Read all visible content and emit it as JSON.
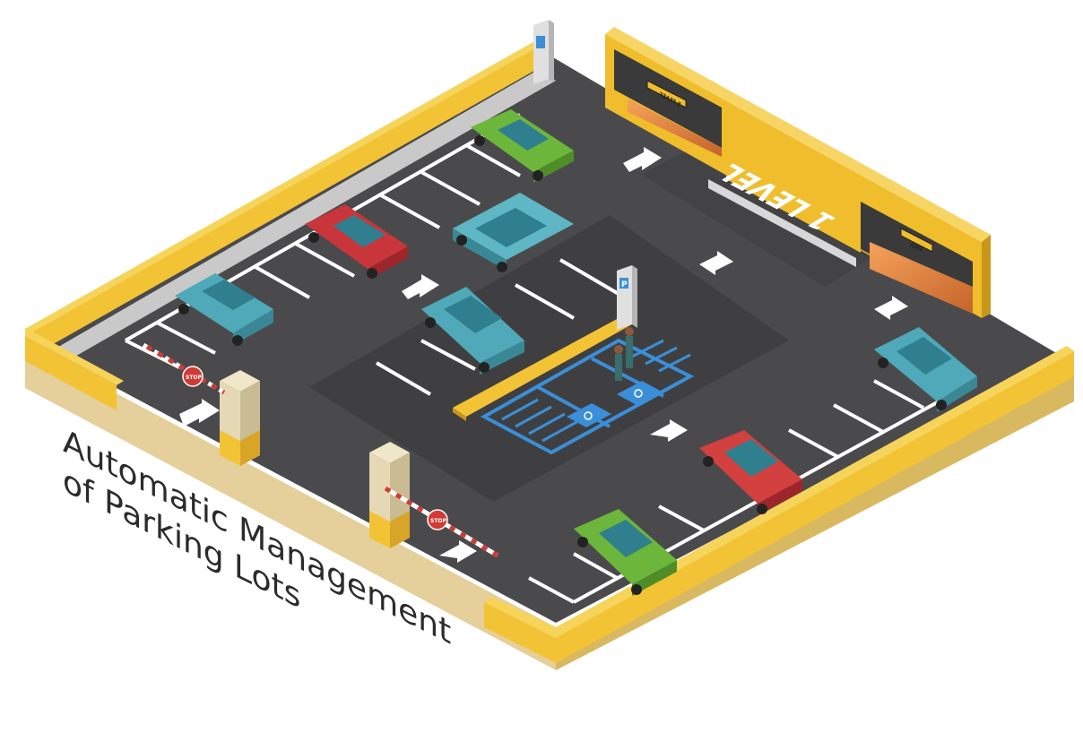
{
  "caption": {
    "line1": "Automatic Management",
    "line2": "of Parking Lots"
  },
  "signs": {
    "level_wall": "1 LEVEL",
    "level_banner": "2 LEVEL",
    "exit_banner": "EXIT",
    "stop_left": "STOP",
    "stop_right": "STOP",
    "pay_station_letter": "P"
  },
  "colors": {
    "wall_yellow": "#f2c335",
    "asphalt": "#4a4a4c",
    "asphalt_dark": "#3e3e40",
    "marking_white": "#ffffff",
    "accessible_blue": "#3a8fd8",
    "car_teal": "#4fa9b8",
    "car_red": "#c8363c",
    "car_green": "#6cb63b"
  },
  "icons": [
    "arrow-icon",
    "wheelchair-icon",
    "stop-sign-icon",
    "pay-station-icon"
  ]
}
